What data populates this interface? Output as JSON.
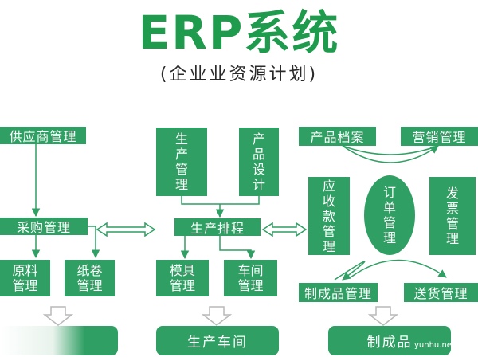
{
  "title": "ERP系统",
  "subtitle": "(企业业资源计划)",
  "nodes": {
    "supplier_mgmt": "供应商管理",
    "purchase_mgmt": "采购管理",
    "raw_material": "原料管理",
    "paper_roll": "纸卷管理",
    "production": "生产管理",
    "product_design": "产品设计",
    "production_schedule": "生产排程",
    "mold_mgmt": "模具管理",
    "workshop_mgmt": "车间管理",
    "product_archive": "产品档案",
    "marketing_mgmt": "营销管理",
    "receivables_mgmt": "应收款管理",
    "order_mgmt": "订单管理",
    "invoice_mgmt": "发票管理",
    "finished_goods_mgmt": "制成品管理",
    "delivery_mgmt": "送货管理",
    "left_bottom": "",
    "workshop": "生产车间",
    "finished_goods": "制成品"
  },
  "watermark": "yunhu.net",
  "colors": {
    "title": "#1f9b4d",
    "box": "#2f9f63",
    "line": "#2f9f63"
  }
}
